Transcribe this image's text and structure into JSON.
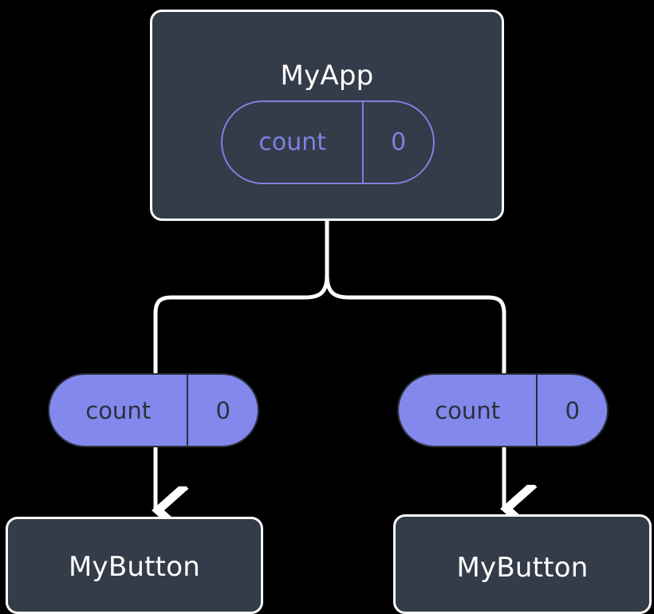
{
  "diagram": {
    "type": "component-state-tree",
    "background_color": "#000000",
    "colors": {
      "box_fill": "#343B49",
      "box_stroke": "#FFFFFF",
      "pill_fill": "#8288EC",
      "pill_outline_stroke": "#7C82E0",
      "pill_filled_text": "#2B303B",
      "edge_stroke": "#FFFFFF",
      "title_text": "#FFFFFF"
    },
    "root": {
      "title": "MyApp",
      "state_pill": {
        "key": "count",
        "value": "0",
        "style": "outlined"
      }
    },
    "children": [
      {
        "prop_pill": {
          "key": "count",
          "value": "0",
          "style": "filled"
        },
        "title": "MyButton"
      },
      {
        "prop_pill": {
          "key": "count",
          "value": "0",
          "style": "filled"
        },
        "title": "MyButton"
      }
    ],
    "edges": [
      {
        "from": "MyApp",
        "to": "count-pill-left",
        "arrow": false
      },
      {
        "from": "MyApp",
        "to": "count-pill-right",
        "arrow": false
      },
      {
        "from": "count-pill-left",
        "to": "MyButton-left",
        "arrow": true
      },
      {
        "from": "count-pill-right",
        "to": "MyButton-right",
        "arrow": true
      }
    ]
  }
}
